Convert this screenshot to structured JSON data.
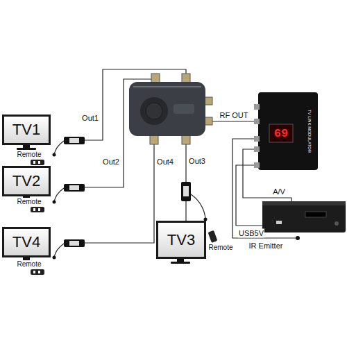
{
  "diagram": {
    "nodes": [
      {
        "text": [
          "TV1"
        ]
      },
      {
        "text": [
          "TV2"
        ]
      },
      {
        "text": [
          "TV4"
        ]
      },
      {
        "text": [
          "TV3"
        ]
      }
    ],
    "labels": [
      "Out1",
      "Out2",
      "Out4",
      "Out3",
      "RF OUT",
      "TV LINK MODULATOR",
      "69",
      "A/V",
      "USB5V",
      "IR Emitter",
      "Remote",
      "Remote",
      "Remote",
      "Remote"
    ]
  }
}
